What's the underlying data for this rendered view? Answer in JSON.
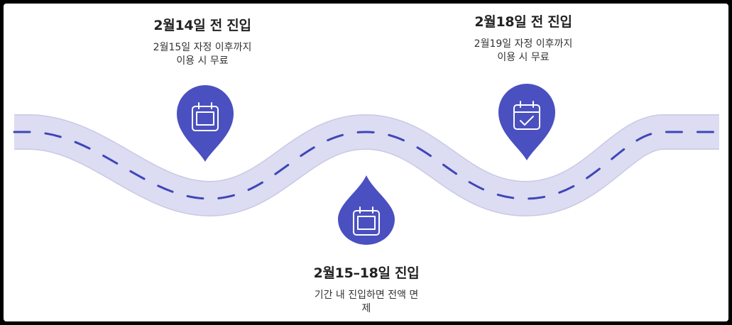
{
  "milestones": [
    {
      "title": "2월14일 전 진입",
      "desc_line1": "2월15일 자정 이후까지",
      "desc_line2": "이용 시 무료",
      "icon": "calendar-icon"
    },
    {
      "title": "2월15–18일 진입",
      "desc_line1": "기간 내 진입하면 전액 면",
      "desc_line2": "제",
      "icon": "calendar-icon"
    },
    {
      "title": "2월18일 전 진입",
      "desc_line1": "2월19일 자정 이후까지",
      "desc_line2": "이용 시 무료",
      "icon": "calendar-check-icon"
    }
  ],
  "colors": {
    "road": "#dcdcf2",
    "road_edge": "#c9c9e6",
    "dash": "#3f46b8",
    "pin": "#4a50c0",
    "icon_stroke": "#ffffff"
  }
}
